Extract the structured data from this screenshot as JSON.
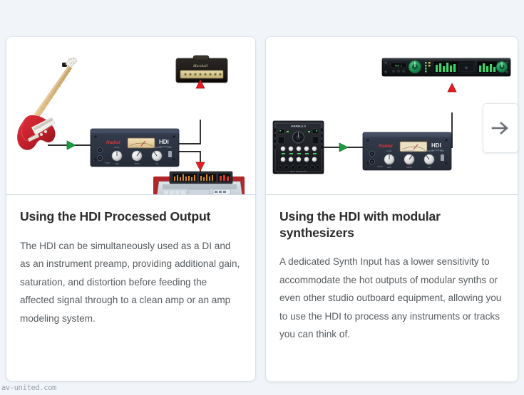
{
  "page": {
    "background_color": "#f1f5f9",
    "watermark": "av-united.com"
  },
  "carousel": {
    "next_button_icon": "arrow-right-icon",
    "next_button_label": "Next"
  },
  "cards": [
    {
      "title": "Using the HDI Processed Output",
      "text": "The HDI can be simultaneously used as a DI and as an instrument preamp, providing additional gain, saturation, and distortion before feeding the affected signal through to a clean amp or an amp modeling system.",
      "diagram": {
        "type": "signal-flow",
        "devices": [
          {
            "name": "electric-guitar",
            "label": "Electric guitar",
            "color": "#c3202c"
          },
          {
            "name": "hdi-preamp",
            "label": "Radial HDI",
            "brand": "Radial",
            "model": "HDI",
            "color": "#2b3240"
          },
          {
            "name": "guitar-amp-head",
            "label": "Amplifier head",
            "brand": "Marshall",
            "color": "#1d1a18"
          },
          {
            "name": "digital-mixing-console",
            "label": "Digital mixing console",
            "color": "#b9c4ce"
          }
        ],
        "connections": [
          {
            "from": "electric-guitar",
            "to": "hdi-preamp",
            "marker": "green-arrow",
            "marker_color": "#1b9e3e"
          },
          {
            "from": "hdi-preamp",
            "to": "guitar-amp-head",
            "marker": "red-arrow-up",
            "marker_color": "#e81b23"
          },
          {
            "from": "hdi-preamp",
            "to": "digital-mixing-console",
            "marker": "red-arrow-down",
            "marker_color": "#e81b23"
          }
        ]
      }
    },
    {
      "title": "Using the HDI with modular synthesizers",
      "text": "A dedicated Synth Input has a lower sensitivity to accommodate the hot outputs of modular synths or even other studio outboard equipment, allowing you to use the HDI to process any instruments or tracks you can think of.",
      "diagram": {
        "type": "signal-flow",
        "devices": [
          {
            "name": "modular-synthesizer",
            "label": "Modular synthesizer",
            "color": "#1c1f24"
          },
          {
            "name": "hdi-preamp",
            "label": "Radial HDI",
            "brand": "Radial",
            "model": "HDI",
            "color": "#2b3240"
          },
          {
            "name": "rack-audio-interface",
            "label": "Rack audio interface",
            "color": "#15181c"
          }
        ],
        "connections": [
          {
            "from": "modular-synthesizer",
            "to": "hdi-preamp",
            "marker": "green-arrow",
            "marker_color": "#1b9e3e"
          },
          {
            "from": "hdi-preamp",
            "to": "rack-audio-interface",
            "marker": "red-arrow-up",
            "marker_color": "#e81b23"
          }
        ]
      }
    }
  ]
}
